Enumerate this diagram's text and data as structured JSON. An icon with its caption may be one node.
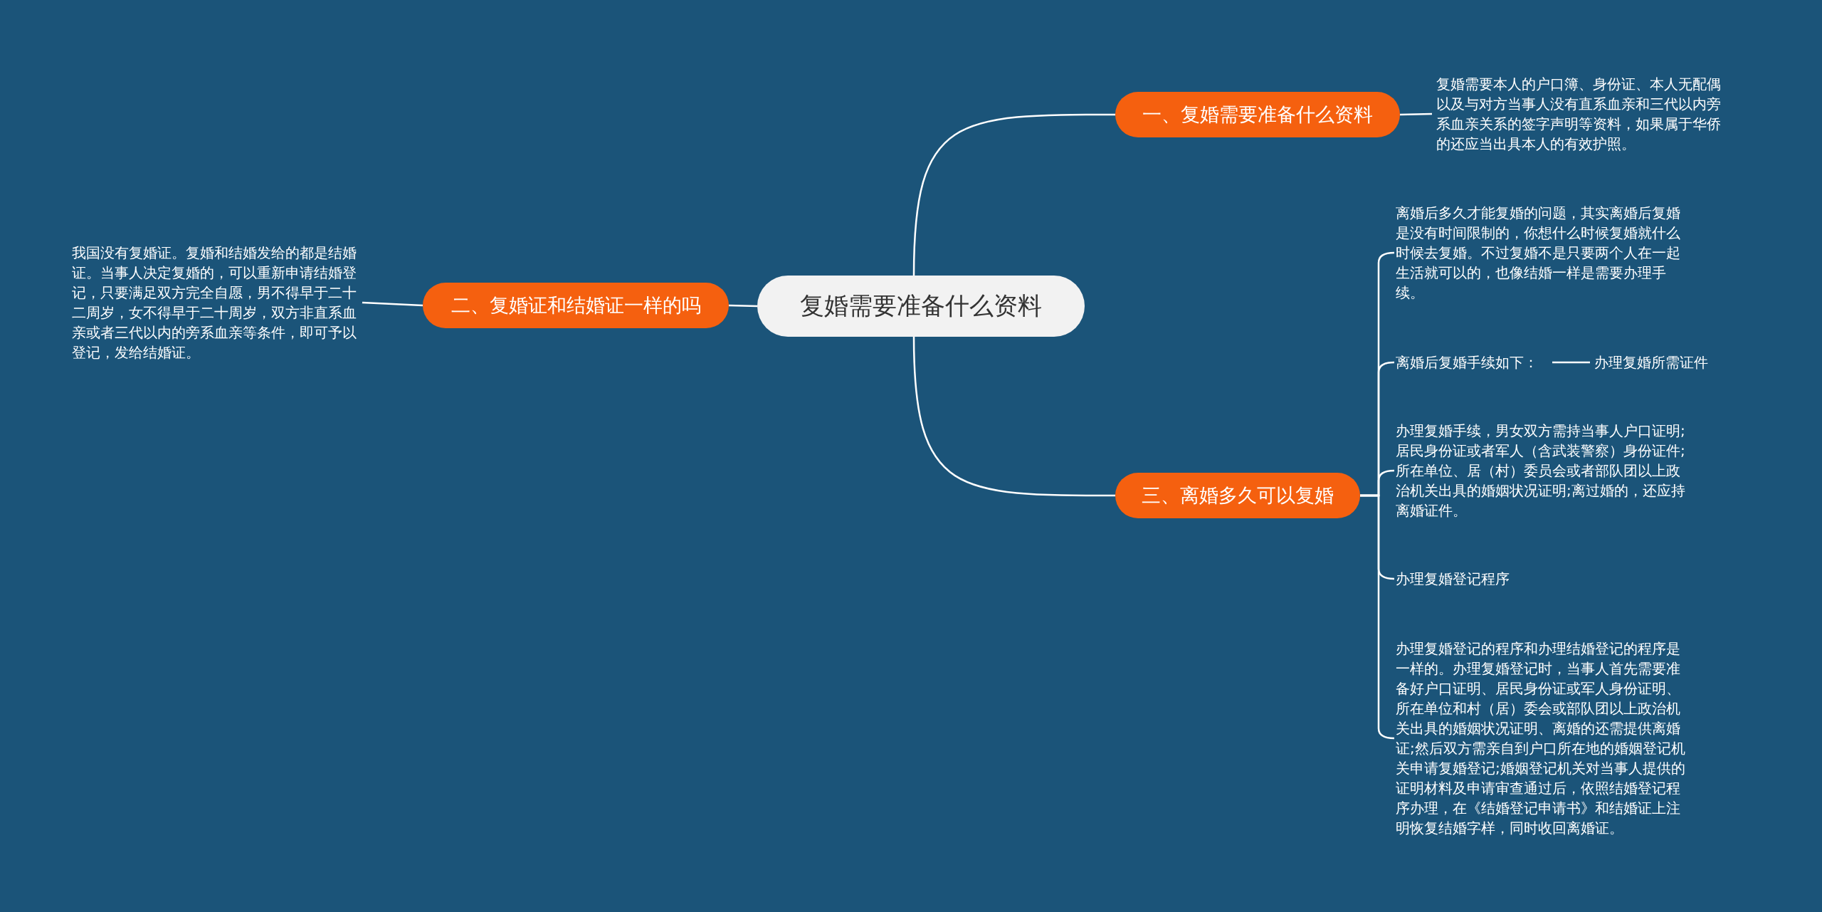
{
  "diagram": {
    "nodes": [
      {
        "text": [
          "复婚需要准备什么资料"
        ]
      },
      {
        "text": [
          "一、复婚需要准备什么资料"
        ]
      },
      {
        "text": [
          "复婚需要本人的户口簿、身份证、本人无配偶以及与对方当事人没有直系血亲和三代以内旁系血亲关系的签字声明等资料，如果属于华侨的还应当出具本人的有效护照。"
        ]
      },
      {
        "text": [
          "二、复婚证和结婚证一样的吗"
        ]
      },
      {
        "text": [
          "我国没有复婚证。复婚和结婚发给的都是结婚证。当事人决定复婚的，可以重新申请结婚登记，只要满足双方完全自愿，男不得早于二十二周岁，女不得早于二十周岁，双方非直系血亲或者三代以内的旁系血亲等条件，即可予以登记，发给结婚证。"
        ]
      },
      {
        "text": [
          "三、离婚多久可以复婚"
        ]
      },
      {
        "text": [
          "离婚后多久才能复婚的问题，其实离婚后复婚是没有时间限制的，你想什么时候复婚就什么时候去复婚。不过复婚不是只要两个人在一起生活就可以的，也像结婚一样是需要办理手续。"
        ]
      },
      {
        "text": [
          "离婚后复婚手续如下："
        ]
      },
      {
        "text": [
          "办理复婚所需证件"
        ]
      },
      {
        "text": [
          "办理复婚手续，男女双方需持当事人户口证明;居民身份证或者军人（含武装警察）身份证件;所在单位、居（村）委员会或者部队团以上政治机关出具的婚姻状况证明;离过婚的，还应持离婚证件。"
        ]
      },
      {
        "text": [
          "办理复婚登记程序"
        ]
      },
      {
        "text": [
          "办理复婚登记的程序和办理结婚登记的程序是一样的。办理复婚登记时，当事人首先需要准备好户口证明、居民身份证或军人身份证明、所在单位和村（居）委会或部队团以上政治机关出具的婚姻状况证明、离婚的还需提供离婚证;然后双方需亲自到户口所在地的婚姻登记机关申请复婚登记;婚姻登记机关对当事人提供的证明材料及申请审查通过后，依照结婚登记程序办理，在《结婚登记申请书》和结婚证上注明恢复结婚字样，同时收回离婚证。"
        ]
      }
    ],
    "edges": [
      {
        "from": 0,
        "to": 1,
        "arrow": "none"
      },
      {
        "from": 1,
        "to": 2,
        "arrow": "none"
      },
      {
        "from": 0,
        "to": 3,
        "arrow": "none"
      },
      {
        "from": 3,
        "to": 4,
        "arrow": "none"
      },
      {
        "from": 0,
        "to": 5,
        "arrow": "none"
      },
      {
        "from": 5,
        "to": 6,
        "arrow": "none"
      },
      {
        "from": 5,
        "to": 7,
        "arrow": "none"
      },
      {
        "from": 7,
        "to": 8,
        "arrow": "none"
      },
      {
        "from": 5,
        "to": 9,
        "arrow": "none"
      },
      {
        "from": 5,
        "to": 10,
        "arrow": "none"
      },
      {
        "from": 5,
        "to": 11,
        "arrow": "none"
      }
    ]
  }
}
